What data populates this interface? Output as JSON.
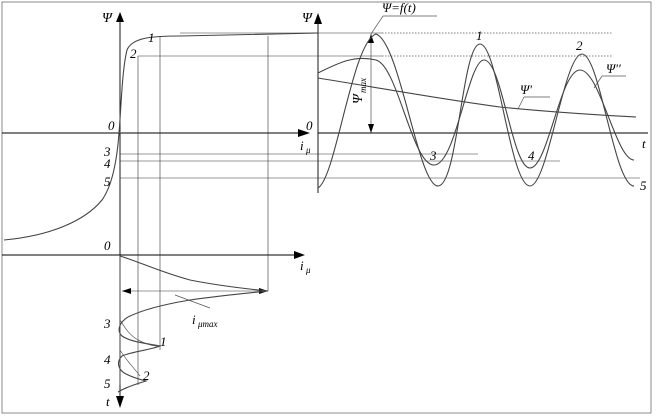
{
  "labels": {
    "psi": "Ψ",
    "psi_formula": "Ψ=f(t)",
    "psi_max_main": "Ψ",
    "psi_max_sub": "max",
    "psi_prime": "Ψ'",
    "psi_double_prime": "Ψ''",
    "i_main": "i",
    "i_sub": "μ",
    "i_max_sub": "μmax",
    "t": "t",
    "zero": "0",
    "n1": "1",
    "n2": "2",
    "n3": "3",
    "n4": "4",
    "n5": "5"
  }
}
